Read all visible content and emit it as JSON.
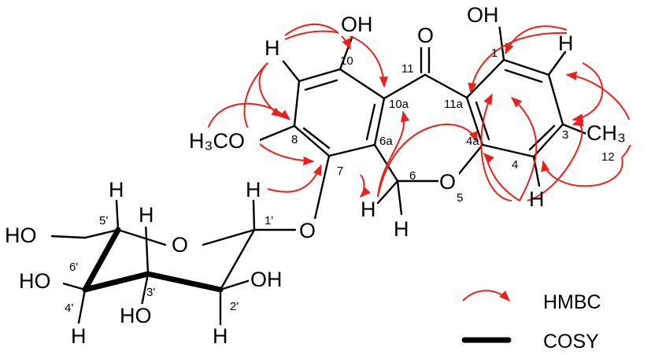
{
  "atoms": {
    "oh_10": "OH",
    "oh_1": "OH",
    "o_carbonyl": "O",
    "h_9": "H",
    "h_2": "H",
    "h3co": "H₃CO",
    "ch3": "CH₃",
    "o_5": "O",
    "h_4": "H",
    "h_6a": "H",
    "h_6b": "H",
    "h_1p": "H",
    "o_glyc": "O",
    "o_ring": "O",
    "h_5p": "H",
    "h_4p_ax": "H",
    "ho_6p": "HO",
    "ho_4p": "HO",
    "ho_3p": "HO",
    "oh_2p": "OH",
    "h_4p": "H",
    "h_2p": "H"
  },
  "numbers": {
    "n10": "10",
    "n11": "11",
    "n1": "1",
    "n10a": "10a",
    "n11a": "11a",
    "n8": "8",
    "n6a": "6a",
    "n4a": "4a",
    "n3": "3",
    "n12": "12",
    "n7": "7",
    "n6": "6",
    "n4": "4",
    "n5": "5",
    "n1p": "1'",
    "n5p": "5'",
    "n6p": "6'",
    "n4p": "4'",
    "n3p": "3'",
    "n2p": "2'"
  },
  "legend": {
    "hmbc": "HMBC",
    "cosy": "COSY"
  },
  "colors": {
    "hmbc_arrow": "#e8211c",
    "bond": "#000000"
  }
}
